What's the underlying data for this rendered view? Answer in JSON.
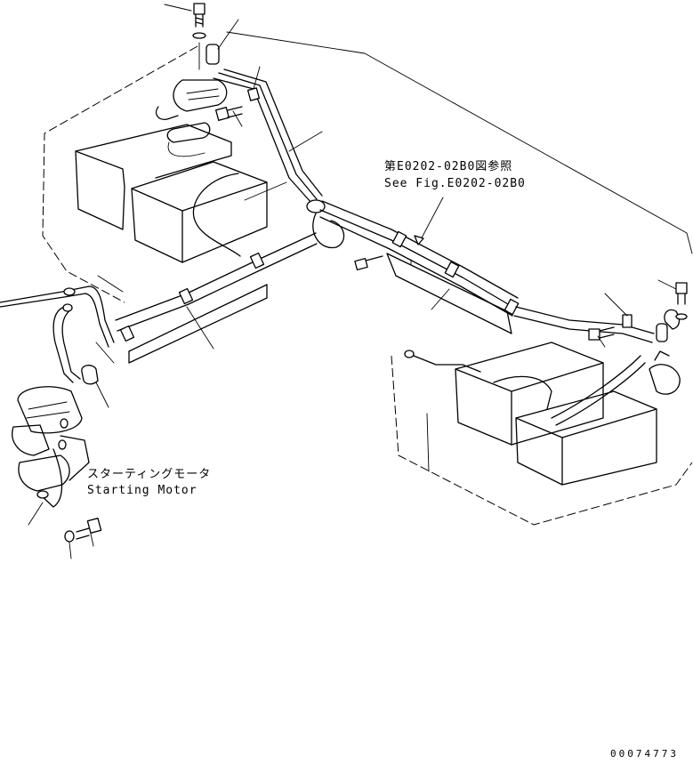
{
  "callouts": {
    "see_fig_jp": "第E0202-02B0図参照",
    "see_fig_en": "See Fig.E0202-02B0",
    "starting_motor_jp": "スターティングモータ",
    "starting_motor_en": "Starting Motor"
  },
  "drawing_number": "00074773",
  "colors": {
    "line": "#000000",
    "background": "#ffffff"
  }
}
